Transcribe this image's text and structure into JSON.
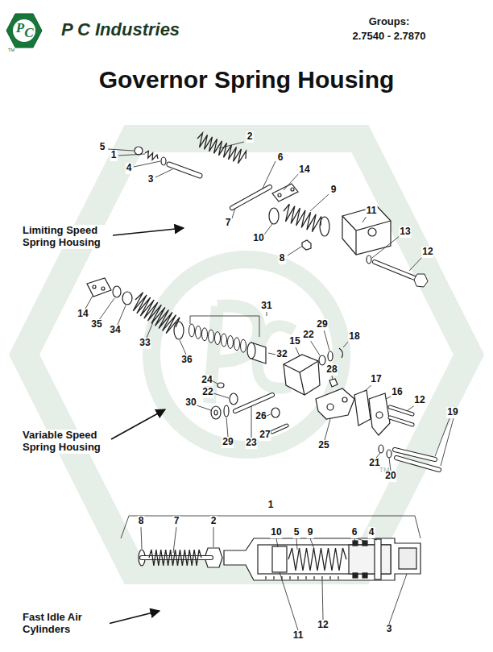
{
  "diagram": {
    "title": "Governor Spring Housing",
    "labels": [
      "P",
      "C",
      "TM",
      "P C Industries",
      "Groups:",
      "2.7540 - 2.7870",
      "5",
      "1",
      "4",
      "3",
      "2",
      "6",
      "14",
      "7",
      "10",
      "9",
      "11",
      "8",
      "13",
      "12",
      "Limiting Speed Spring Housing",
      "14",
      "35",
      "34",
      "33",
      "31",
      "36",
      "32",
      "15",
      "22",
      "29",
      "18",
      "24",
      "28",
      "17",
      "16",
      "22",
      "30",
      "12",
      "19",
      "26",
      "27",
      "23",
      "29",
      "25",
      "21",
      "20",
      "Variable Speed Spring Housing",
      "1",
      "8",
      "7",
      "2",
      "10",
      "5",
      "9",
      "6",
      "4",
      "3",
      "11",
      "12",
      "Fast Idle Air Cylinders",
      "TM"
    ]
  }
}
